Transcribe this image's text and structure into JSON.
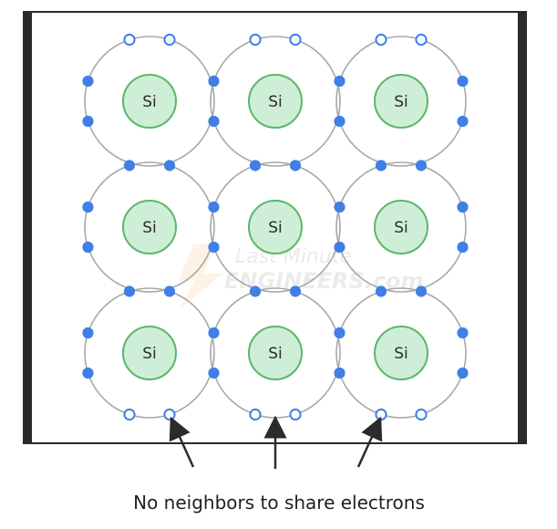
{
  "atoms": [
    {
      "label": "Si",
      "row": 0,
      "col": 0
    },
    {
      "label": "Si",
      "row": 0,
      "col": 1
    },
    {
      "label": "Si",
      "row": 0,
      "col": 2
    },
    {
      "label": "Si",
      "row": 1,
      "col": 0
    },
    {
      "label": "Si",
      "row": 1,
      "col": 1
    },
    {
      "label": "Si",
      "row": 1,
      "col": 2
    },
    {
      "label": "Si",
      "row": 2,
      "col": 0
    },
    {
      "label": "Si",
      "row": 2,
      "col": 1
    },
    {
      "label": "Si",
      "row": 2,
      "col": 2
    }
  ],
  "electron_states": {
    "filled_color": "#3f7fe6",
    "hollow_stroke": "#3f7fe6",
    "hollow_fill": "#ffffff"
  },
  "colors": {
    "nucleus_fill": "#cfeed7",
    "nucleus_stroke": "#5cb66a",
    "orbit_stroke": "#a7a7a7",
    "wall": "#2a2a2a",
    "arrow": "#2b2b2b"
  },
  "watermark": {
    "line1": "Last Minute",
    "line2": "ENGINEERS.com"
  },
  "caption": "No neighbors to share electrons"
}
